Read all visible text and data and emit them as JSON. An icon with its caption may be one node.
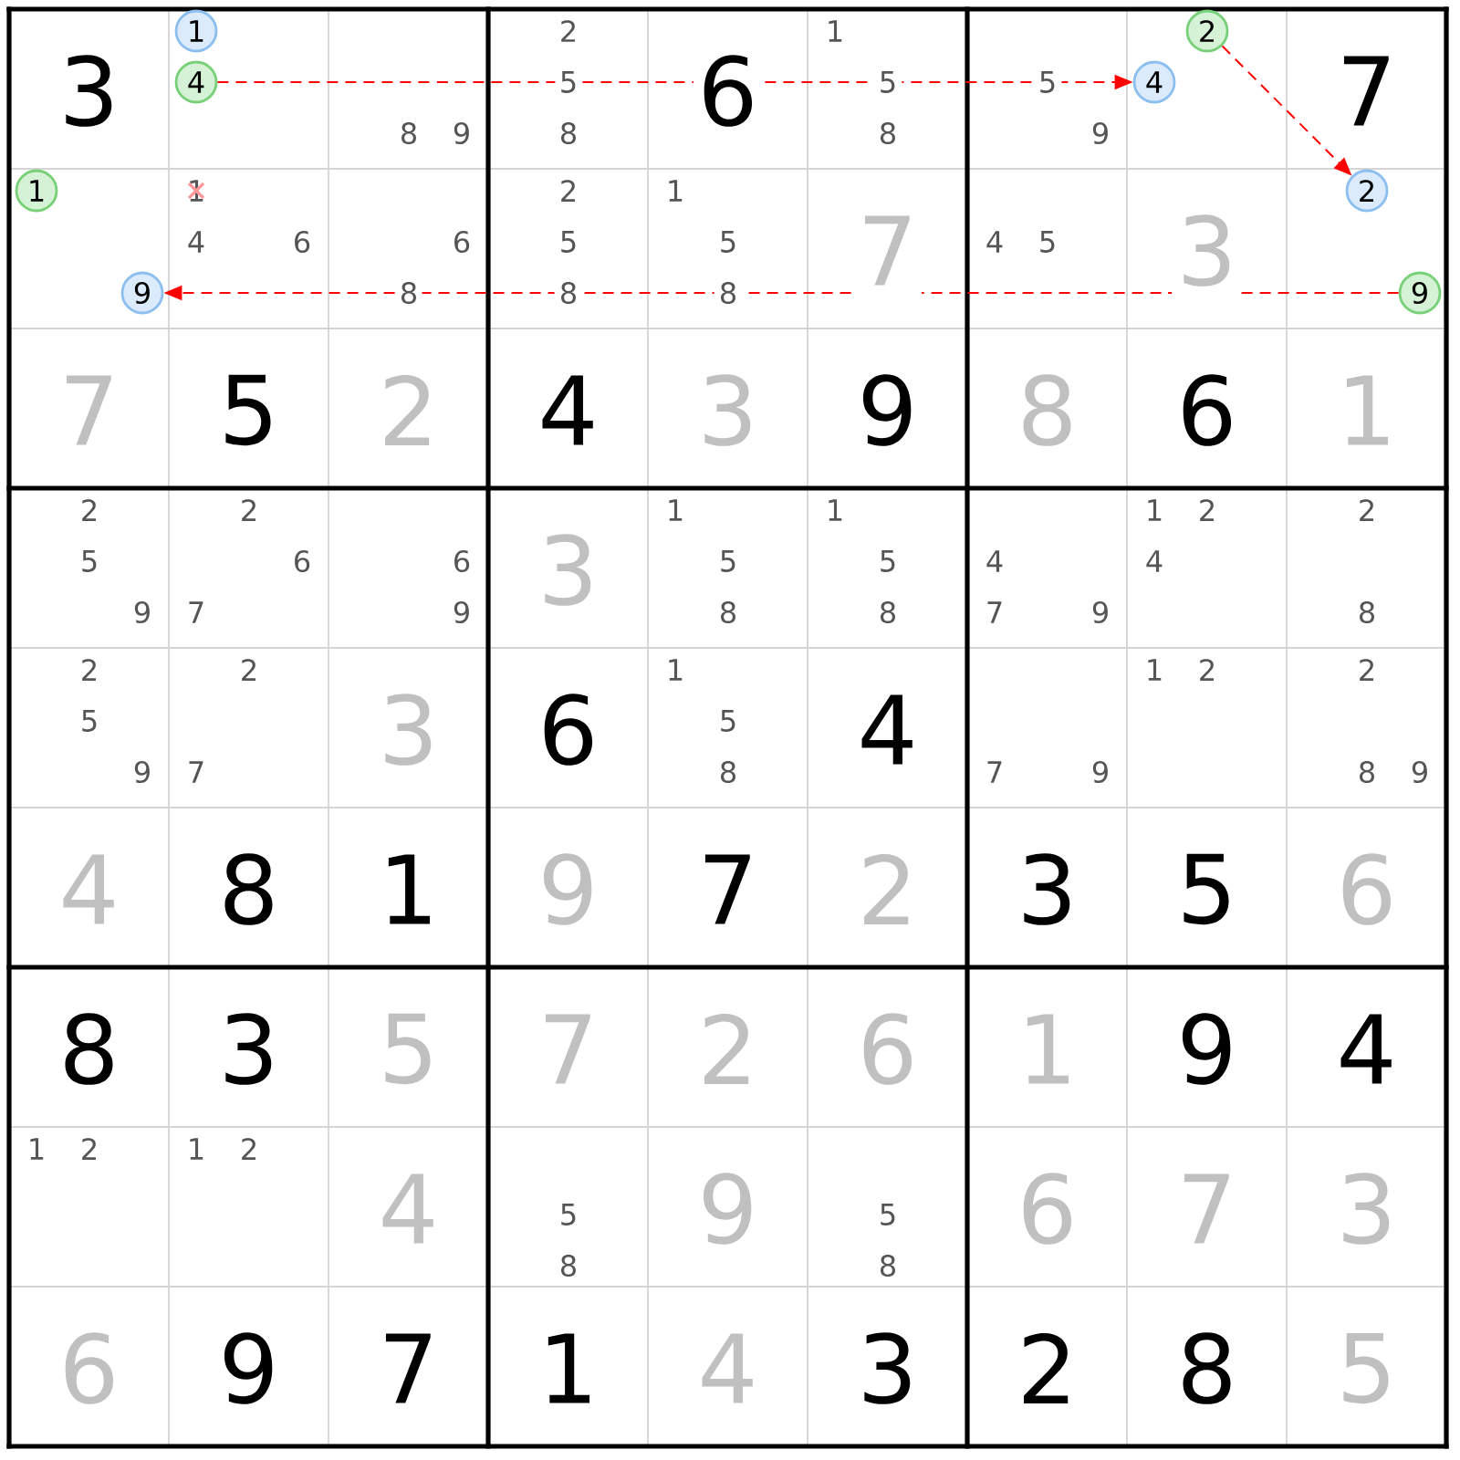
{
  "diagram": {
    "nodes": [
      {
        "text": [
          "1"
        ]
      },
      {
        "text": [
          "4"
        ]
      },
      {
        "text": [
          "2"
        ]
      },
      {
        "text": [
          "4"
        ]
      },
      {
        "text": [
          "1"
        ]
      },
      {
        "text": [
          "9"
        ]
      },
      {
        "text": [
          "2"
        ]
      },
      {
        "text": [
          "9"
        ]
      }
    ],
    "edges": [
      {
        "from": 1,
        "to": 3,
        "arrow": "to",
        "style": "dashed"
      },
      {
        "from": 2,
        "to": 6,
        "arrow": "to",
        "style": "dashed"
      },
      {
        "from": 7,
        "to": 5,
        "arrow": "to",
        "style": "dashed"
      }
    ],
    "labels": [
      "3",
      "8",
      "9",
      "2",
      "5",
      "8",
      "6",
      "1",
      "5",
      "8",
      "5",
      "9",
      "7",
      "1",
      "4",
      "6",
      "6",
      "8",
      "2",
      "5",
      "8",
      "1",
      "5",
      "8",
      "7",
      "4",
      "5",
      "3",
      "7",
      "5",
      "2",
      "4",
      "3",
      "9",
      "8",
      "6",
      "1",
      "2",
      "5",
      "9",
      "2",
      "6",
      "7",
      "6",
      "9",
      "3",
      "1",
      "5",
      "8",
      "1",
      "5",
      "8",
      "4",
      "7",
      "9",
      "1",
      "2",
      "4",
      "2",
      "8",
      "2",
      "5",
      "9",
      "2",
      "7",
      "3",
      "6",
      "1",
      "5",
      "8",
      "4",
      "7",
      "9",
      "1",
      "2",
      "2",
      "8",
      "9",
      "4",
      "8",
      "1",
      "9",
      "7",
      "2",
      "3",
      "5",
      "6",
      "8",
      "3",
      "5",
      "7",
      "2",
      "6",
      "1",
      "9",
      "4",
      "1",
      "2",
      "1",
      "2",
      "4",
      "5",
      "8",
      "9",
      "5",
      "8",
      "6",
      "7",
      "3",
      "6",
      "9",
      "7",
      "1",
      "4",
      "3",
      "2",
      "8",
      "5"
    ]
  }
}
